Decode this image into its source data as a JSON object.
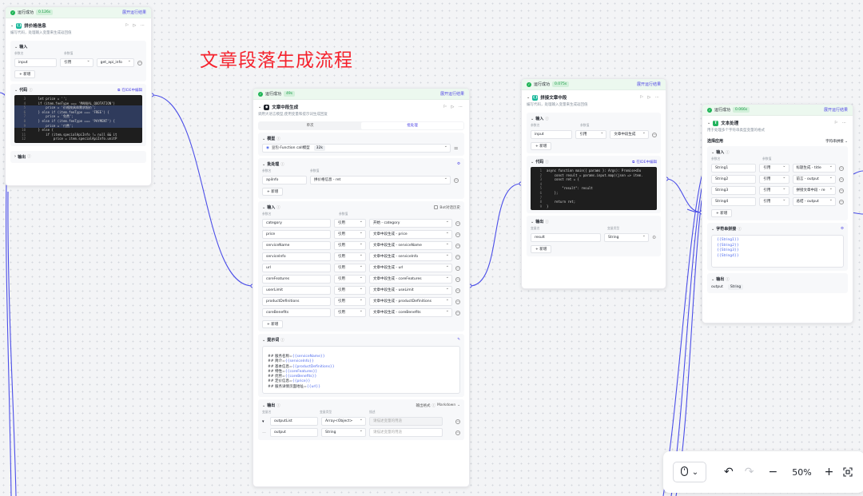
{
  "canvas": {
    "title": "文章段落生成流程"
  },
  "toolbar": {
    "zoom": "50%",
    "mouse_icon": "mouse-icon",
    "undo_icon": "undo-icon",
    "redo_icon": "redo-icon",
    "zoom_out_icon": "minus-icon",
    "zoom_in_icon": "plus-icon",
    "fit_icon": "fit-view-icon"
  },
  "node_price": {
    "status": "运行成功",
    "time": "0.126s",
    "expand": "展开运行结果",
    "title": "拼价格信息",
    "desc": "编写代码，处理输入变量来生成返回值",
    "input_label": "输入",
    "col_name": "参数名",
    "col_value": "参数值",
    "inputs": [
      {
        "name": "input",
        "type": "引用",
        "value": "get_api_info"
      }
    ],
    "add": "新增",
    "code_label": "代码",
    "code_link": "在IDE中编辑",
    "code": [
      {
        "n": "3",
        "t": "    let price = '';",
        "hl": false
      },
      {
        "n": "4",
        "t": "    if (item.feeType === 'MANUAL_QUOTATION')",
        "hl": false
      },
      {
        "n": "5",
        "t": "        price = '价格按具体需求报价';",
        "hl": true
      },
      {
        "n": "6",
        "t": "    } else if (item.feeType === 'FREE') {",
        "hl": true
      },
      {
        "n": "7",
        "t": "        price = '免费';",
        "hl": true
      },
      {
        "n": "8",
        "t": "    } else if (item.feeType === 'PAYMENT') {",
        "hl": true
      },
      {
        "n": "9",
        "t": "        price = '付费';",
        "hl": true
      },
      {
        "n": "10",
        "t": "    } else {",
        "hl": false
      },
      {
        "n": "11",
        "t": "        if (item.specialApiInfo != null && it",
        "hl": false
      },
      {
        "n": "12",
        "t": "            price = item.specialApiInfo.unitP",
        "hl": false
      }
    ],
    "output_label": "输出"
  },
  "node_gen": {
    "status": "运行成功",
    "time": "49s",
    "expand": "展开运行结果",
    "title": "文章中段生成",
    "desc": "调用大语言模型,使用变量和提示词生成回复",
    "tabs": [
      "单次",
      "批处理"
    ],
    "model_label": "模型",
    "model_name": "豆包·Function call模型",
    "model_tag": "32k",
    "batch_label": "批处理",
    "col_name": "参数名",
    "col_value": "参数值",
    "batch": {
      "name": "apiInfo",
      "value": "拼价格信息 - ret"
    },
    "add": "新增",
    "input_label": "输入",
    "chat_history": "Bot对话历史",
    "inputs": [
      {
        "name": "category",
        "type": "引用",
        "value": "开始 - category"
      },
      {
        "name": "price",
        "type": "引用",
        "value": "文章中段生成 - price"
      },
      {
        "name": "serviceName",
        "type": "引用",
        "value": "文章中段生成 - serviceName"
      },
      {
        "name": "serviceInfo",
        "type": "引用",
        "value": "文章中段生成 - serviceInfo"
      },
      {
        "name": "url",
        "type": "引用",
        "value": "文章中段生成 - url"
      },
      {
        "name": "coreFeatures",
        "type": "引用",
        "value": "文章中段生成 - coreFeatures"
      },
      {
        "name": "userLimit",
        "type": "引用",
        "value": "文章中段生成 - useLimit"
      },
      {
        "name": "productDefinitions",
        "type": "引用",
        "value": "文章中段生成 - productDefinitions"
      },
      {
        "name": "coreBenefits",
        "type": "引用",
        "value": "文章中段生成 - coreBenefits"
      }
    ],
    "prompt_label": "提示词",
    "prompt_lines": [
      {
        "pre": "## 服务名称=",
        "var": "{{serviceName}}"
      },
      {
        "pre": "## 简介=",
        "var": "{{serviceInfo}}"
      },
      {
        "pre": "## 基本信息=",
        "var": "{{productDefinitions}}"
      },
      {
        "pre": "## 特性=",
        "var": "{{coreFeatures}}"
      },
      {
        "pre": "## 优势=",
        "var": "{{coreBenefits}}"
      },
      {
        "pre": "## 定价信息=",
        "var": "{{price}}"
      },
      {
        "pre": "## 服务详情页面地址=",
        "var": "{{url}}"
      }
    ],
    "output_label": "输出",
    "output_format_label": "输出格式",
    "output_format": "Markdown",
    "out_col_name": "变量名",
    "out_col_type": "变量类型",
    "out_col_desc": "描述",
    "outputs": [
      {
        "name": "outputList",
        "type": "Array<Object>",
        "desc": "请描述变量的用途"
      },
      {
        "name": "output",
        "type": "String",
        "desc": "请描述变量的用途"
      }
    ]
  },
  "node_concat": {
    "status": "运行成功",
    "time": "0.075s",
    "expand": "展开运行结果",
    "title": "拼接文章中段",
    "desc": "编写代码，处理输入变量来生成返回值",
    "input_label": "输入",
    "col_name": "参数名",
    "col_value": "参数值",
    "inputs": [
      {
        "name": "input",
        "type": "引用",
        "value": "文章中段生成"
      }
    ],
    "add": "新增",
    "code_label": "代码",
    "code_link": "在IDE中编辑",
    "code": [
      {
        "n": "1",
        "t": "async function main({ params }: Args): Promise<Ou",
        "hl": false
      },
      {
        "n": "2",
        "t": "    const result = params.input.map((json => item.",
        "hl": false
      },
      {
        "n": "3",
        "t": "    const ret = {",
        "hl": false
      },
      {
        "n": "4",
        "t": "",
        "hl": false
      },
      {
        "n": "5",
        "t": "        \"result\": result",
        "hl": false
      },
      {
        "n": "6",
        "t": "    };",
        "hl": false
      },
      {
        "n": "7",
        "t": "",
        "hl": false
      },
      {
        "n": "8",
        "t": "    return ret;",
        "hl": false
      },
      {
        "n": "9",
        "t": "}",
        "hl": false
      }
    ],
    "output_label": "输出",
    "out_col_name": "变量名",
    "out_col_type": "变量类型",
    "outputs": [
      {
        "name": "result",
        "type": "String"
      }
    ]
  },
  "node_text": {
    "status": "运行成功",
    "time": "0.066s",
    "expand": "展开运行结果",
    "title": "文本处理",
    "desc": "用于处理多个字符串类型变量的格式",
    "mode_label": "选择应用",
    "mode_value": "字符串拼接",
    "input_label": "输入",
    "col_name": "参数名",
    "col_value": "参数值",
    "inputs": [
      {
        "name": "String1",
        "type": "引用",
        "value": "标题生成 - title"
      },
      {
        "name": "String2",
        "type": "引用",
        "value": "前言 - output"
      },
      {
        "name": "String3",
        "type": "引用",
        "value": "拼接文章中段 - re"
      },
      {
        "name": "String4",
        "type": "引用",
        "value": "总结 - output"
      }
    ],
    "add": "新增",
    "concat_label": "字符串拼接",
    "concat_lines": [
      "{{String1}}",
      "{{String2}}",
      "{{String3}}",
      "{{String4}}"
    ],
    "output_label": "输出",
    "output_name": "output",
    "output_type": "String"
  }
}
